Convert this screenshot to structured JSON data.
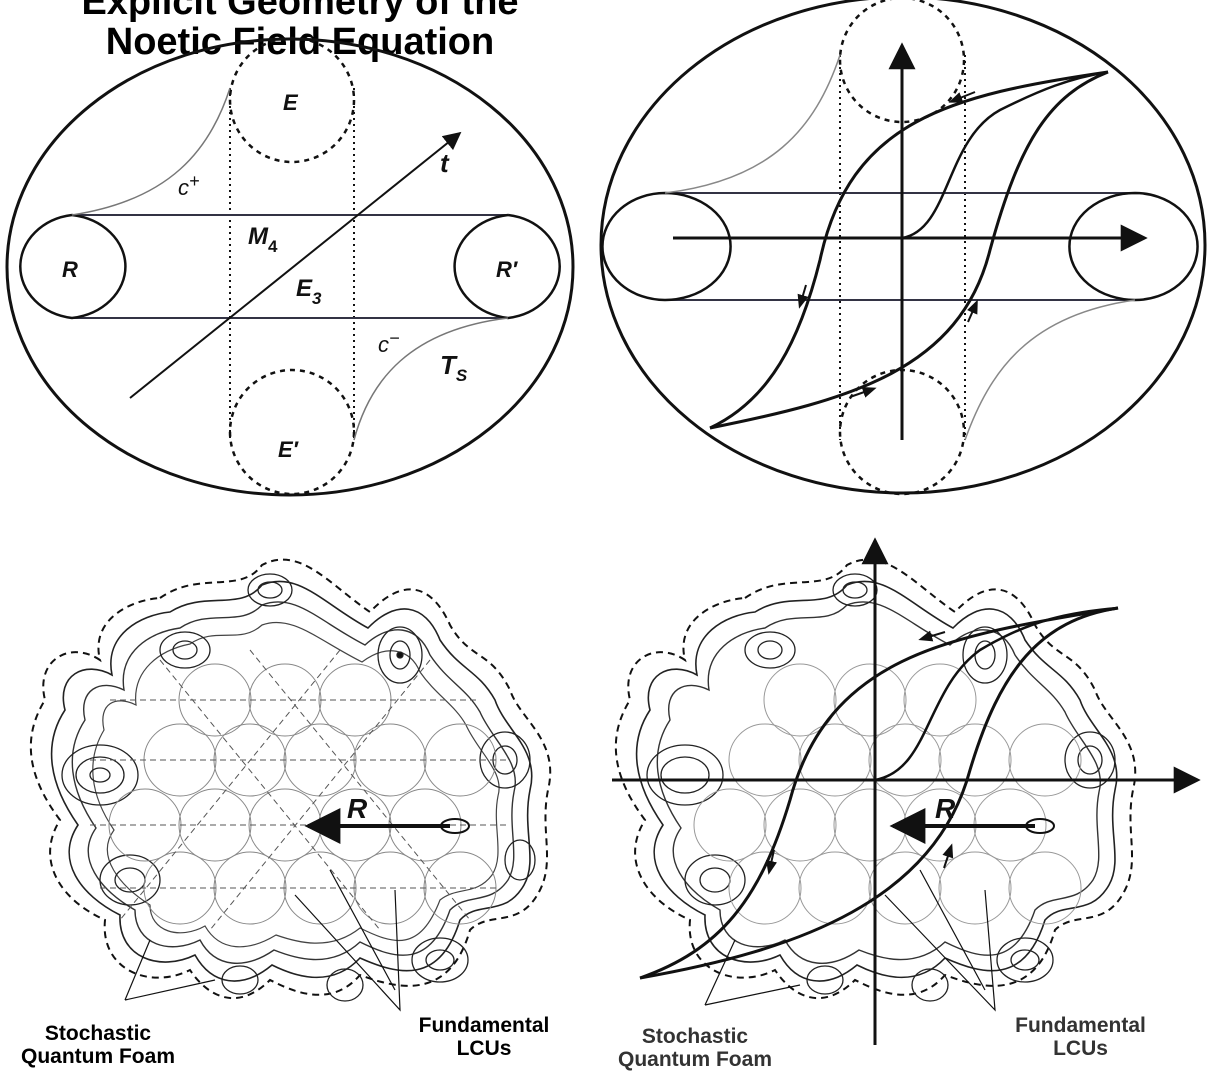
{
  "title": {
    "line1": "Explicit Geometry of the",
    "line2": "Noetic Field Equation"
  },
  "panel_tl": {
    "label_E": "E",
    "label_E_prime": "E′",
    "label_R": "R",
    "label_R_prime": "R′",
    "label_t": "t",
    "label_c_plus": "c",
    "label_c_plus_sup": "+",
    "label_c_minus": "c",
    "label_c_minus_sup": "−",
    "label_M": "M",
    "label_M_sub": "4",
    "label_E3": "E",
    "label_E3_sub": "3",
    "label_T": "T",
    "label_T_sub": "S"
  },
  "panel_bl": {
    "label_R": "R",
    "caption_left_1": "Stochastic",
    "caption_left_2": "Quantum Foam",
    "caption_right_1": "Fundamental",
    "caption_right_2": "LCUs"
  },
  "panel_br": {
    "label_R": "R",
    "caption_left_1": "Stochastic",
    "caption_left_2": "Quantum Foam",
    "caption_right_1": "Fundamental",
    "caption_right_2": "LCUs"
  }
}
